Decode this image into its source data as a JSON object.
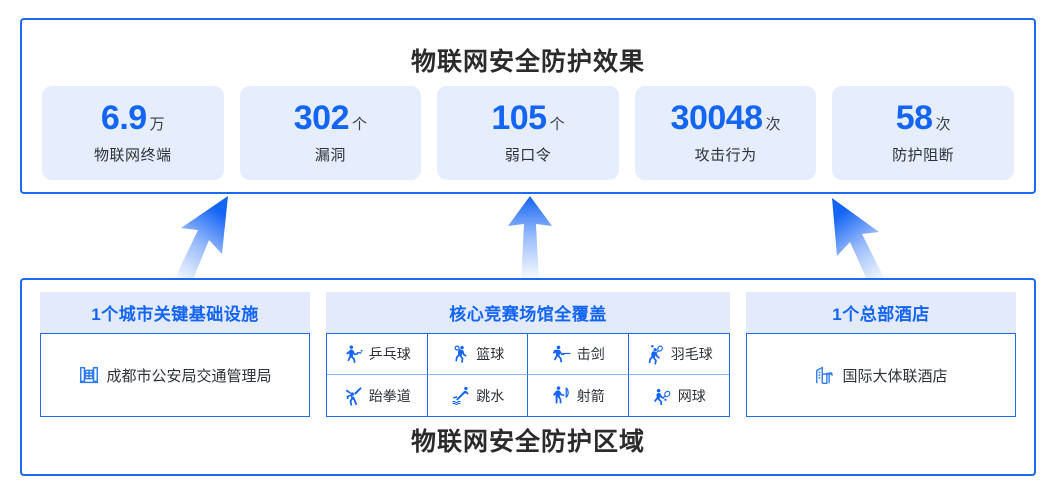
{
  "effect_panel": {
    "title": "物联网安全防护效果",
    "stats": [
      {
        "value": "6.9",
        "unit": "万",
        "label": "物联网终端"
      },
      {
        "value": "302",
        "unit": "个",
        "label": "漏洞"
      },
      {
        "value": "105",
        "unit": "个",
        "label": "弱口令"
      },
      {
        "value": "30048",
        "unit": "次",
        "label": "攻击行为"
      },
      {
        "value": "58",
        "unit": "次",
        "label": "防护阻断"
      }
    ]
  },
  "zone_panel": {
    "title": "物联网安全防护区域",
    "infra": {
      "heading": "1个城市关键基础设施",
      "items": [
        {
          "icon": "government-building-icon",
          "label": "成都市公安局交通管理局"
        }
      ]
    },
    "venues": {
      "heading": "核心竞赛场馆全覆盖",
      "items": [
        {
          "icon": "table-tennis-icon",
          "label": "乒乓球"
        },
        {
          "icon": "basketball-icon",
          "label": "篮球"
        },
        {
          "icon": "fencing-icon",
          "label": "击剑"
        },
        {
          "icon": "badminton-icon",
          "label": "羽毛球"
        },
        {
          "icon": "taekwondo-icon",
          "label": "跆拳道"
        },
        {
          "icon": "diving-icon",
          "label": "跳水"
        },
        {
          "icon": "archery-icon",
          "label": "射箭"
        },
        {
          "icon": "tennis-icon",
          "label": "网球"
        }
      ]
    },
    "hotel": {
      "heading": "1个总部酒店",
      "items": [
        {
          "icon": "hotel-icon",
          "label": "国际大体联酒店"
        }
      ]
    }
  },
  "arrows": [
    {
      "name": "arrow-infra-to-effect"
    },
    {
      "name": "arrow-venues-to-effect"
    },
    {
      "name": "arrow-hotel-to-effect"
    }
  ],
  "colors": {
    "brand_blue": "#1464f5",
    "border_blue": "#1a6bf0",
    "card_bg": "#e6edfc",
    "head_bg": "#e2eafb",
    "text_dark": "#2b2b2b"
  }
}
